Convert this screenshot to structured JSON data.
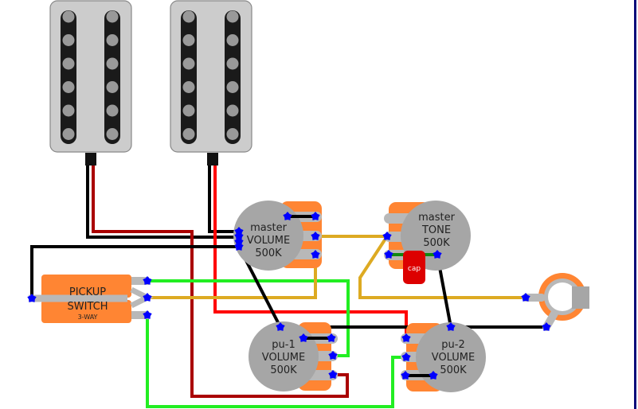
{
  "diagram": {
    "title": "Guitar wiring diagram: 2 humbuckers, 3-way switch, master volume, master tone, individual pickup volumes",
    "colors": {
      "pickup_body": "#cccccc",
      "pole_bar": "#1a1a1a",
      "pole_piece": "#999999",
      "pot_body": "#a6a6a6",
      "pot_lug_base": "#ff8533",
      "lug": "#b8b8b8",
      "solder_point": "#0000ff",
      "wire_black": "#000000",
      "wire_red": "#ff0000",
      "wire_dark_red": "#aa0000",
      "wire_green": "#22ee22",
      "wire_yellow": "#ddaa22",
      "wire_dark_green": "#118811",
      "cap": "#dd0000",
      "jack_ring": "#ff8533",
      "jack_tab": "#a6a6a6",
      "frame": "#0a0a7a"
    },
    "pickups": [
      {
        "name": "neck-humbucker",
        "poles_per_row": 6,
        "rows": 2
      },
      {
        "name": "bridge-humbucker",
        "poles_per_row": 6,
        "rows": 2
      }
    ],
    "pots": {
      "master_volume": {
        "line1": "master",
        "line2": "VOLUME",
        "line3": "500K"
      },
      "master_tone": {
        "line1": "master",
        "line2": "TONE",
        "line3": "500K"
      },
      "pu1_volume": {
        "line1": "pu-1",
        "line2": "VOLUME",
        "line3": "500K"
      },
      "pu2_volume": {
        "line1": "pu-2",
        "line2": "VOLUME",
        "line3": "500K"
      }
    },
    "capacitor": {
      "label": "cap"
    },
    "switch": {
      "line1": "PICKUP",
      "line2": "SWITCH",
      "line3": "3-WAY"
    },
    "jack": {
      "name": "output-jack"
    }
  }
}
